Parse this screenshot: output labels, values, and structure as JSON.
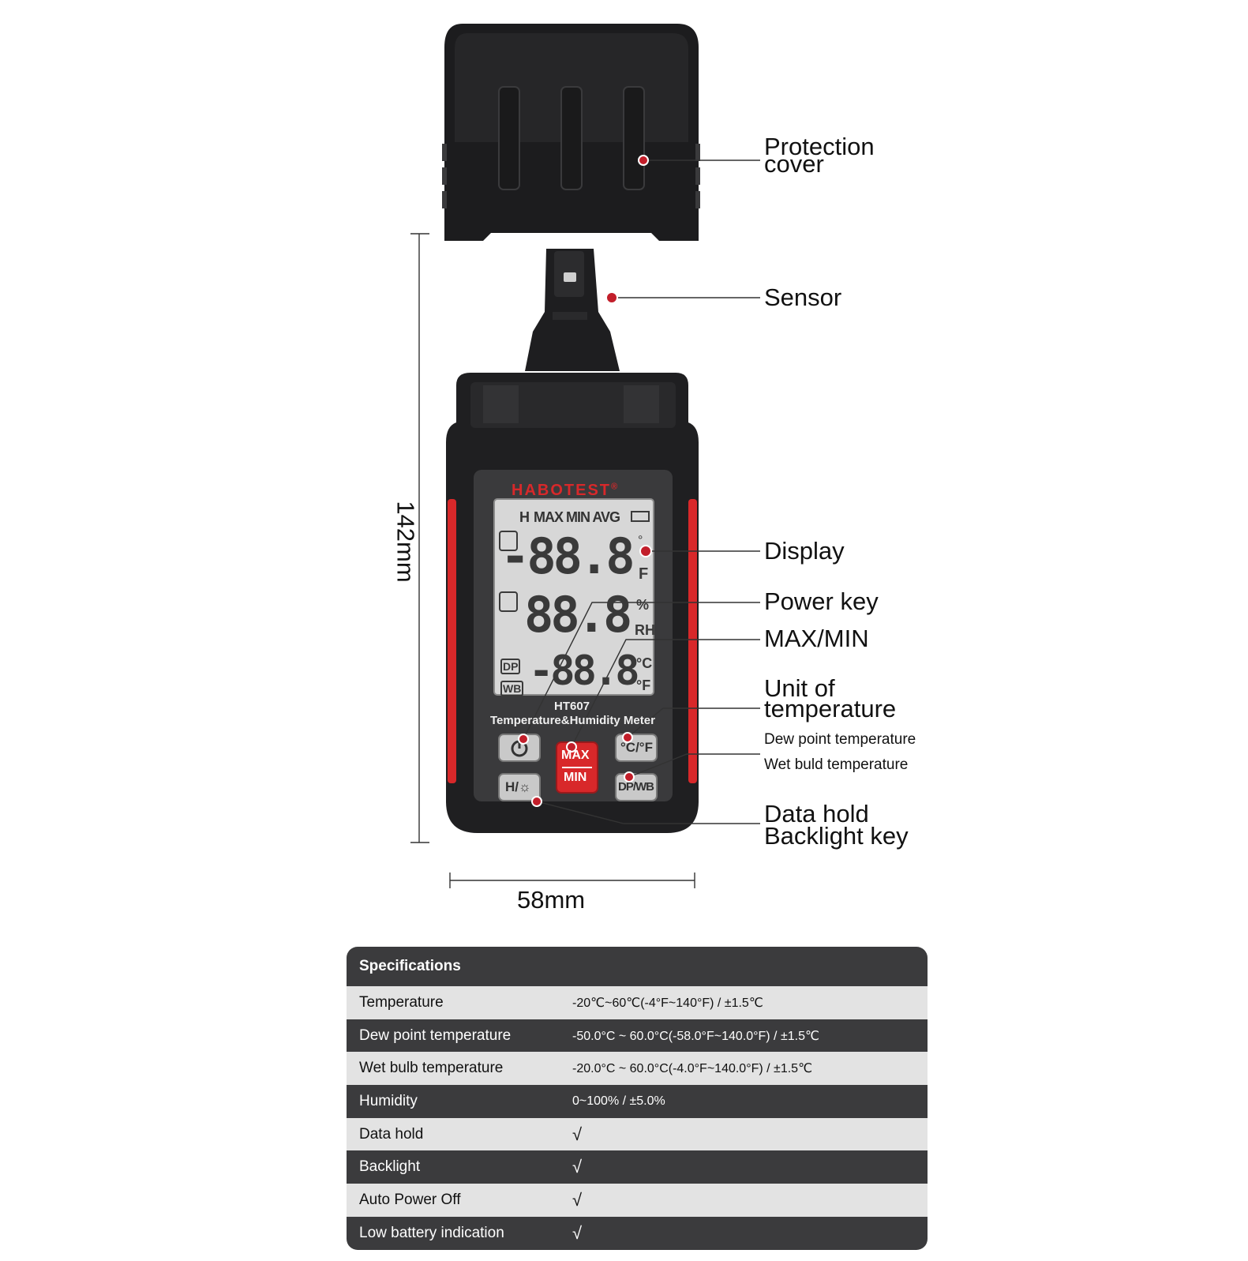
{
  "device": {
    "brand": "HABOTEST",
    "brand_mark": "®",
    "model": "HT607",
    "subtitle": "Temperature&Humidity Meter",
    "lcd_indicators": "MAX MIN AVG",
    "hold_symbol": "H",
    "row1_digits": "-88.8",
    "row2_digits": "88.8",
    "row3_digits": "-88.8",
    "row1_units_top": "°",
    "row1_units_bottom": "F",
    "row2_units_top": "%",
    "row2_units_bottom": "RH",
    "row3_units_top": "°C",
    "row3_units_bottom": "°F",
    "dp_tag": "DP",
    "wb_tag": "WB",
    "buttons": {
      "max": "MAX",
      "min": "MIN",
      "unit": "°C/°F",
      "dpwb": "DP/WB",
      "hold": "H/☼"
    }
  },
  "callouts": {
    "protection_cover": [
      "Protection",
      "cover"
    ],
    "sensor": "Sensor",
    "display": "Display",
    "power_key": "Power key",
    "max_min": "MAX/MIN",
    "unit_of_temperature": [
      "Unit of",
      "temperature"
    ],
    "dew_point_temperature": "Dew point temperature",
    "wet_buld_temperature": "Wet buld temperature",
    "data_hold_backlight": [
      "Data hold",
      "Backlight key"
    ]
  },
  "dimensions": {
    "height": "142mm",
    "width": "58mm"
  },
  "specs": {
    "title": "Specifications",
    "rows": [
      {
        "label": "Temperature",
        "value": "-20℃~60℃(-4°F~140°F) / ±1.5℃"
      },
      {
        "label": "Dew point temperature",
        "value": "-50.0°C ~ 60.0°C(-58.0°F~140.0°F) / ±1.5℃"
      },
      {
        "label": "Wet bulb temperature",
        "value": "-20.0°C ~ 60.0°C(-4.0°F~140.0°F) / ±1.5℃"
      },
      {
        "label": "Humidity",
        "value": "0~100% / ±5.0%"
      },
      {
        "label": "Data hold",
        "value": "√"
      },
      {
        "label": "Backlight",
        "value": "√"
      },
      {
        "label": "Auto Power Off",
        "value": "√"
      },
      {
        "label": "Low battery indication",
        "value": "√"
      }
    ]
  },
  "colors": {
    "body": "#1f1f21",
    "accent_red": "#d8282a",
    "lcd": "#d7d7d7",
    "table_dark": "#3b3b3d",
    "table_light": "#e3e3e3"
  }
}
